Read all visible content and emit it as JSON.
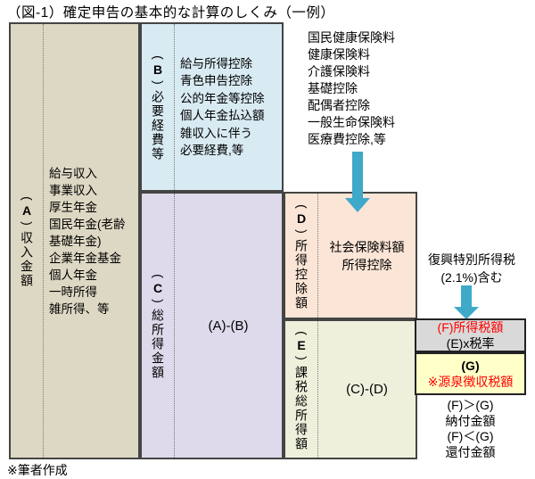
{
  "title": "（図-1）確定申告の基本的な計算のしくみ（一例）",
  "footer": "※筆者作成",
  "punct": {
    "open": "(",
    "close": ")"
  },
  "colors": {
    "cell_a_bg": "#ddd8c3",
    "cell_b_bg": "#d8eaf2",
    "cell_c_bg": "#dedaeb",
    "cell_d_bg": "#fbe5d6",
    "cell_e_bg": "#eef0db",
    "box_f_bg": "#d9d9d9",
    "box_g_bg": "#ffffc8",
    "arrow": "#3fa9c9",
    "highlight_red": "#ff0000",
    "border": "#444444"
  },
  "cells": {
    "a": {
      "letter": "A",
      "header": "収入金額",
      "items": "給与収入\n事業収入\n厚生年金\n国民年金(老齢\n基礎年金)\n企業年金基金\n個人年金\n一時所得\n雑所得、等"
    },
    "b": {
      "letter": "B",
      "header": "必要経費等",
      "items": "給与所得控除\n青色申告控除\n公的年金等控除\n個人年金払込額\n雑収入に伴う\n必要経費,等"
    },
    "c": {
      "letter": "C",
      "header": "総所得金額",
      "formula": "(A)-(B)"
    },
    "d": {
      "letter": "D",
      "header": "所得控除額",
      "content": "社会保険料額\n所得控除"
    },
    "e": {
      "letter": "E",
      "header": "課税総所得額",
      "formula": "(C)-(D)"
    }
  },
  "annotations": {
    "insurance_list": "国民健康保険料\n健康保険料\n介護保険料\n基礎控除\n配偶者控除\n一般生命保険料\n医療費控除,等",
    "recovery_tax": "復興特別所得税\n(2.1%)含む"
  },
  "results": {
    "f_line1": "(F)所得税額",
    "f_line2": "(E)x税率",
    "g_line1": "(G)",
    "g_line2": "※源泉徴収税額",
    "comparison": "(F)＞(G)\n納付金額\n(F)＜(G)\n還付金額"
  }
}
